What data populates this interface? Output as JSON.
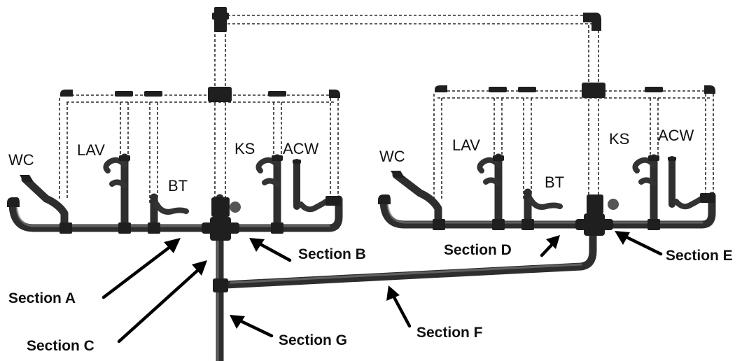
{
  "fixtures": {
    "left": {
      "wc": "WC",
      "lav": "LAV",
      "bt": "BT",
      "ks": "KS",
      "acw": "ACW"
    },
    "right": {
      "wc": "WC",
      "lav": "LAV",
      "bt": "BT",
      "ks": "KS",
      "acw": "ACW"
    }
  },
  "sections": {
    "a": "Section A",
    "b": "Section B",
    "c": "Section C",
    "d": "Section D",
    "e": "Section E",
    "f": "Section F",
    "g": "Section G"
  },
  "colors": {
    "pipe": "#2e2e2e",
    "vent_line": "#2a2a2a",
    "arrow": "#000000",
    "background": "#ffffff"
  }
}
